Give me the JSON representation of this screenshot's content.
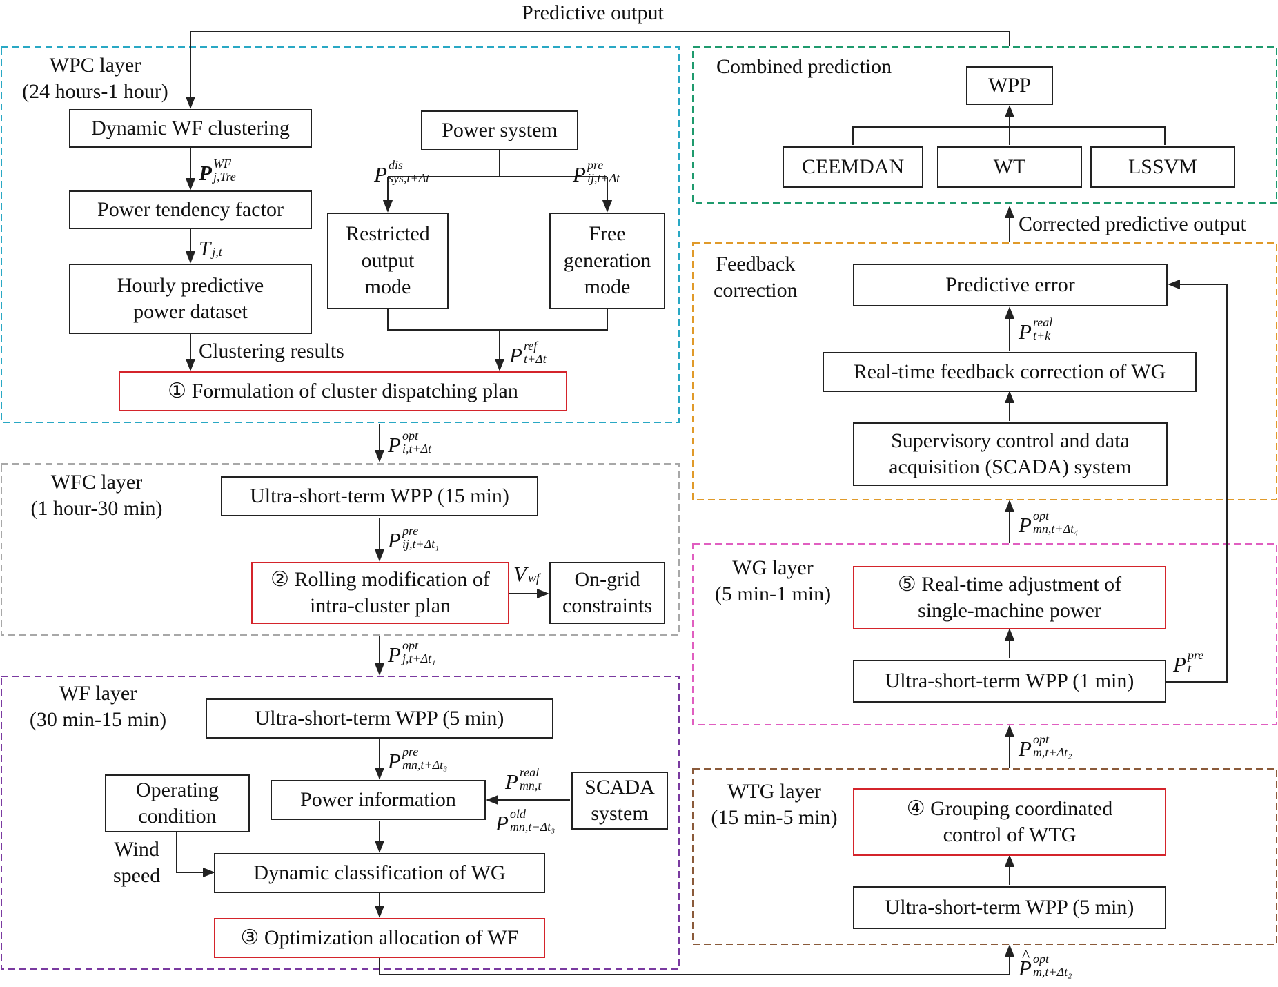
{
  "colors": {
    "wpc": "#29a8c4",
    "wfc": "#a8a8a8",
    "wf": "#7a3aa0",
    "combined": "#1f9a6d",
    "feedback": "#e09a2a",
    "wg": "#e05ec0",
    "wtg": "#8a5a3a",
    "highlight": "#d4242b"
  },
  "top": {
    "predictive_output": "Predictive output",
    "corrected_output": "Corrected predictive output"
  },
  "wpc": {
    "title": "WPC layer\n(24 hours-1 hour)",
    "dynamic_clustering": "Dynamic WF clustering",
    "power_tendency": "Power tendency factor",
    "hourly_dataset": "Hourly predictive\npower dataset",
    "power_system": "Power system",
    "restricted_mode": "Restricted\noutput\nmode",
    "free_mode": "Free\ngeneration\nmode",
    "clustering_results": "Clustering results",
    "plan": "① Formulation of cluster dispatching plan"
  },
  "wfc": {
    "title": "WFC layer\n(1 hour-30 min)",
    "wpp15": "Ultra-short-term WPP (15 min)",
    "rolling": "② Rolling modification of\nintra-cluster plan",
    "ongrid": "On-grid\nconstraints"
  },
  "wf": {
    "title": "WF layer\n(30 min-15 min)",
    "wpp5": "Ultra-short-term WPP (5 min)",
    "power_info": "Power information",
    "scada": "SCADA\nsystem",
    "operating": "Operating\ncondition",
    "wind_speed": "Wind\nspeed",
    "classification": "Dynamic classification of WG",
    "optimization": "③ Optimization allocation of WF"
  },
  "combined": {
    "title": "Combined prediction",
    "wpp": "WPP",
    "ceemdan": "CEEMDAN",
    "wt": "WT",
    "lssvm": "LSSVM"
  },
  "feedback": {
    "title": "Feedback\ncorrection",
    "error": "Predictive error",
    "realtime": "Real-time feedback correction of WG",
    "scada_sys": "Supervisory control and data\nacquisition (SCADA) system"
  },
  "wg": {
    "title": "WG layer\n(5 min-1 min)",
    "adjust": "⑤ Real-time adjustment of\nsingle-machine power",
    "wpp1": "Ultra-short-term WPP (1 min)"
  },
  "wtg": {
    "title": "WTG layer\n(15 min-5 min)",
    "grouping": "④ Grouping coordinated\ncontrol of WTG",
    "wpp5": "Ultra-short-term WPP (5 min)"
  },
  "math": {
    "p_wf": {
      "base": "P",
      "sup": "WF",
      "sub": "j,Tre"
    },
    "t_jt": {
      "base": "T",
      "sup": "",
      "sub": "j,t"
    },
    "p_dis": {
      "base": "P",
      "sup": "dis",
      "sub": "sys,t+Δt"
    },
    "p_pre_ij": {
      "base": "P",
      "sup": "pre",
      "sub": "ij,t+Δt"
    },
    "p_ref": {
      "base": "P",
      "sup": "ref",
      "sub": "t+Δt"
    },
    "p_opt_i": {
      "base": "P",
      "sup": "opt",
      "sub": "i,t+Δt"
    },
    "p_pre_ij1": {
      "base": "P",
      "sup": "pre",
      "sub": "ij,t+Δt₁"
    },
    "v_wf": {
      "base": "V",
      "sup": "",
      "sub": "wf"
    },
    "p_opt_j": {
      "base": "P",
      "sup": "opt",
      "sub": "j,t+Δt₁"
    },
    "p_pre_mn3": {
      "base": "P",
      "sup": "pre",
      "sub": "mn,t+Δt₃"
    },
    "p_real_mn": {
      "base": "P",
      "sup": "real",
      "sub": "mn,t"
    },
    "p_old_mn": {
      "base": "P",
      "sup": "old",
      "sub": "mn,t−Δt₃"
    },
    "p_real_tk": {
      "base": "P",
      "sup": "real",
      "sub": "t+k"
    },
    "p_opt_mn4": {
      "base": "P",
      "sup": "opt",
      "sub": "mn,t+Δt₄"
    },
    "p_pre_t": {
      "base": "P",
      "sup": "pre",
      "sub": "t"
    },
    "p_opt_m2": {
      "base": "P",
      "sup": "opt",
      "sub": "m,t+Δt₂"
    },
    "p_hat_opt": {
      "base": "P",
      "sup": "opt",
      "sub": "m,t+Δt₂"
    }
  }
}
